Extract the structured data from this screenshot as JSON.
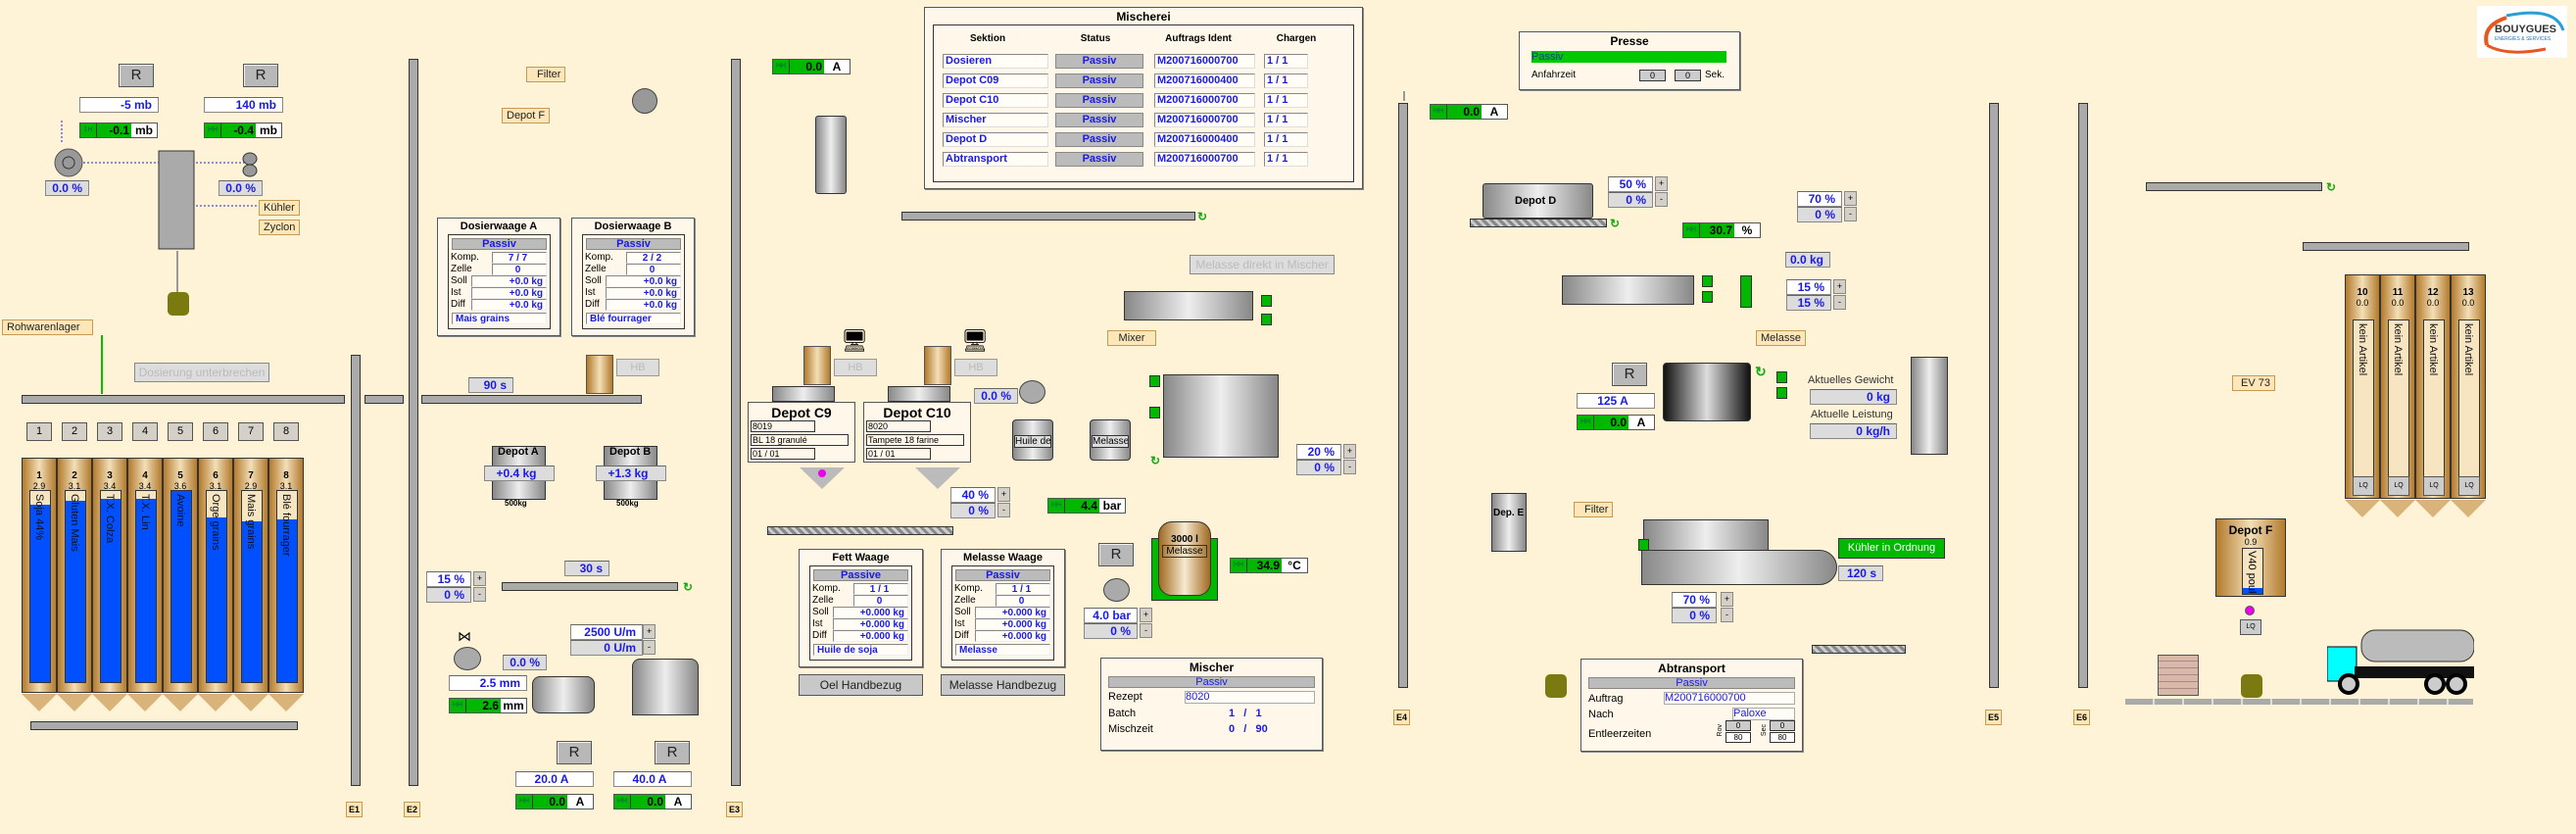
{
  "logo": {
    "brand": "BOUYGUES",
    "sub": "ENERGIES & SERVICES"
  },
  "left": {
    "fan_reset": "R",
    "filter_reset": "R",
    "fan_pressure_set": "-5",
    "fan_pressure_unit": "mb",
    "filter_pressure_set": "140",
    "filter_pressure_unit": "mb",
    "fan_hh": {
      "tag": "1H",
      "value": "-0.1",
      "unit": "mb"
    },
    "filter_hh": {
      "tag": "HH",
      "value": "-0.4",
      "unit": "mb"
    },
    "fan_pct": "0.0",
    "valve_pct": "0.0",
    "pct_unit": "%",
    "tag_kuehler": "Kühler",
    "tag_zyclon": "Zyclon",
    "tag_rohwarenlager": "Rohwarenlager",
    "dosierung_btn": "Dosierung unterbrechen",
    "cell_buttons": [
      "1",
      "2",
      "3",
      "4",
      "5",
      "6",
      "7",
      "8"
    ],
    "silos": [
      {
        "num": "1",
        "level": "2.9",
        "name": "Soja 44%",
        "fill": 0.93
      },
      {
        "num": "2",
        "level": "3.1",
        "name": "Gluten Mais",
        "fill": 0.95
      },
      {
        "num": "3",
        "level": "3.4",
        "name": "T.X. Colza",
        "fill": 0.96
      },
      {
        "num": "4",
        "level": "3.4",
        "name": "T.X. Lin",
        "fill": 0.96
      },
      {
        "num": "5",
        "level": "3.6",
        "name": "Avoine",
        "fill": 1.0
      },
      {
        "num": "6",
        "level": "3.1",
        "name": "Orge grains",
        "fill": 0.86
      },
      {
        "num": "7",
        "level": "2.9",
        "name": "Mais grains",
        "fill": 0.84
      },
      {
        "num": "8",
        "level": "3.1",
        "name": "Blé fourrager",
        "fill": 0.85
      }
    ],
    "e1": "E1",
    "e2": "E2"
  },
  "dosing": {
    "a": {
      "title": "Dosierwaage A",
      "status": "Passiv",
      "komp": "7 / 7",
      "zelle": "0",
      "soll": "+0.0  kg",
      "ist": "+0.0  kg",
      "diff": "+0.0  kg",
      "article": "Mais grains"
    },
    "b": {
      "title": "Dosierwaage B",
      "status": "Passiv",
      "komp": "2 / 2",
      "zelle": "0",
      "soll": "+0.0  kg",
      "ist": "+0.0  kg",
      "diff": "+0.0  kg",
      "article": "Blé fourrager"
    },
    "labels": {
      "komp": "Komp.",
      "zelle": "Zelle",
      "soll": "Soll",
      "ist": "Ist",
      "diff": "Diff"
    },
    "conveyor_time": "90",
    "time_unit": "s",
    "hb": "HB",
    "depot_a": {
      "name": "Depot A",
      "weight": "+0.4 kg",
      "cap": "500kg"
    },
    "depot_b": {
      "name": "Depot B",
      "weight": "+1.3 kg",
      "cap": "500kg"
    },
    "mix_time": "30",
    "pct_set": "15",
    "pct_act": "0",
    "speed_set": "2500",
    "speed_act": "0",
    "speed_unit": "U/m",
    "roller_pct": "0.0",
    "gap_set": "2.5",
    "gap_unit": "mm",
    "gap_hh": {
      "tag": "HH",
      "value": "2.6",
      "unit": "mm"
    },
    "mill1_reset": "R",
    "mill1_amp_set": "20.0",
    "mill1_hh": {
      "tag": "HH",
      "value": "0.0",
      "unit": "A"
    },
    "mill2_reset": "R",
    "mill2_amp_set": "40.0",
    "mill2_hh": {
      "tag": "HH",
      "value": "0.0",
      "unit": "A"
    },
    "amp_unit": "A"
  },
  "elevator3": {
    "hh": {
      "tag": "HH",
      "value": "0.0",
      "unit": "A"
    },
    "tag_filter": "Filter",
    "tag_depot_f": "Depot F",
    "e3": "E3"
  },
  "mischerei": {
    "title": "Mischerei",
    "headers": [
      "Sektion",
      "Status",
      "Auftrags Ident",
      "Chargen"
    ],
    "rows": [
      {
        "sektion": "Dosieren",
        "status": "Passiv",
        "ident": "M200716000700",
        "chargen": "1  /  1"
      },
      {
        "sektion": "Depot C09",
        "status": "Passiv",
        "ident": "M200716000400",
        "chargen": "1  /  1"
      },
      {
        "sektion": "Depot C10",
        "status": "Passiv",
        "ident": "M200716000700",
        "chargen": "1  /  1"
      },
      {
        "sektion": "Mischer",
        "status": "Passiv",
        "ident": "M200716000700",
        "chargen": "1  /  1"
      },
      {
        "sektion": "Depot D",
        "status": "Passiv",
        "ident": "M200716000400",
        "chargen": "1  /  1"
      },
      {
        "sektion": "Abtransport",
        "status": "Passiv",
        "ident": "M200716000700",
        "chargen": "1  /  1"
      }
    ]
  },
  "depots_c": {
    "c9": {
      "title": "Depot C9",
      "recipe": "8019",
      "article": "BL 18 granulé",
      "batch": "01 / 01"
    },
    "c10": {
      "title": "Depot C10",
      "recipe": "8020",
      "article": "Tampete 18 farine",
      "batch": "01 / 01"
    },
    "hb": "HB",
    "oil_pct": "0.0",
    "screw_set": "40",
    "screw_act": "0"
  },
  "liquids": {
    "tank_oil": "Huile de soja",
    "tank_melasse": "Melasse",
    "melasse_direct_btn": "Melasse direkt in Mischer",
    "tag_mixer": "Mixer",
    "pressure_hh": {
      "tag": "HH",
      "value": "4.4",
      "unit": "bar"
    },
    "pump_reset": "R",
    "pressure_set": "4.0",
    "pressure_unit": "bar",
    "pump_pct": "0",
    "melasse_tank_vol": "3000 l",
    "melasse_tank_name": "Melasse",
    "temp_hh": {
      "tag": "HH",
      "value": "34.9",
      "unit": "°C"
    },
    "fett": {
      "title": "Fett Waage",
      "status": "Passive",
      "komp": "1 / 1",
      "zelle": "0",
      "soll": "+0.000  kg",
      "ist": "+0.000  kg",
      "diff": "+0.000  kg",
      "article": "Huile de soja"
    },
    "melasse": {
      "title": "Melasse Waage",
      "status": "Passiv",
      "komp": "1 / 1",
      "zelle": "0",
      "soll": "+0.000  kg",
      "ist": "+0.000  kg",
      "diff": "+0.000  kg",
      "article": "Melasse"
    },
    "oel_btn": "Oel Handbezug",
    "melasse_btn": "Melasse Handbezug"
  },
  "mischer": {
    "title": "Mischer",
    "status": "Passiv",
    "rezept_label": "Rezept",
    "rezept": "8020",
    "batch_label": "Batch",
    "batch_cur": "1",
    "batch_tot": "1",
    "zeit_label": "Mischzeit",
    "zeit_cur": "0",
    "zeit_tot": "90",
    "out_set": "20",
    "out_act": "0"
  },
  "presse": {
    "title": "Presse",
    "status": "Passiv",
    "anfahr_label": "Anfahrzeit",
    "anfahr_1": "0",
    "anfahr_2": "0",
    "unit": "Sek.",
    "e4_hh": {
      "tag": "HH",
      "value": "0.0",
      "unit": "A"
    },
    "depot_d": "Depot D",
    "d_set": "50",
    "d_act": "0",
    "cond_hh": {
      "tag": "HH",
      "value": "30.7",
      "unit": "%"
    },
    "steam_kg": "0.0",
    "steam_unit": "kg",
    "feed_set": "15",
    "feed_act": "15",
    "tag_melasse": "Melasse",
    "press_reset": "R",
    "press_amp_set": "125",
    "press_hh": {
      "tag": "HH",
      "value": "0.0",
      "unit": "A"
    },
    "gewicht_label": "Aktuelles Gewicht",
    "gewicht": "0",
    "gewicht_unit": "kg",
    "leistung_label": "Aktuelle Leistung",
    "leistung": "0",
    "leistung_unit": "kg/h",
    "split_set": "70",
    "split_act": "0",
    "depot_e": "Dep. E",
    "e4": "E4"
  },
  "cooler": {
    "tag_filter": "Filter",
    "status_btn": "Kühler in Ordnung",
    "time": "120",
    "time_unit": "s",
    "set": "70",
    "act": "0"
  },
  "abtransport": {
    "title": "Abtransport",
    "status": "Passiv",
    "auftrag_label": "Auftrag",
    "auftrag": "M200716000700",
    "nach_label": "Nach",
    "nach": "Paloxe",
    "entleer_label": "Entleerzeiten",
    "row_label": "Rov",
    "sec_label": "Sec",
    "r_act": "0",
    "r_set": "80",
    "s_act": "0",
    "s_set": "80"
  },
  "right": {
    "e5": "E5",
    "e6": "E6",
    "silos": [
      {
        "num": "10",
        "level": "0.0",
        "name": "kein Artikel"
      },
      {
        "num": "11",
        "level": "0.0",
        "name": "kein Artikel"
      },
      {
        "num": "12",
        "level": "0.0",
        "name": "kein Artikel"
      },
      {
        "num": "13",
        "level": "0.0",
        "name": "kein Artikel"
      }
    ],
    "lq": "LQ",
    "tag_ev73": "EV 73",
    "depot_f": {
      "name": "Depot F",
      "level": "0.9",
      "article": "V40 poule",
      "fill": 0.12
    }
  }
}
